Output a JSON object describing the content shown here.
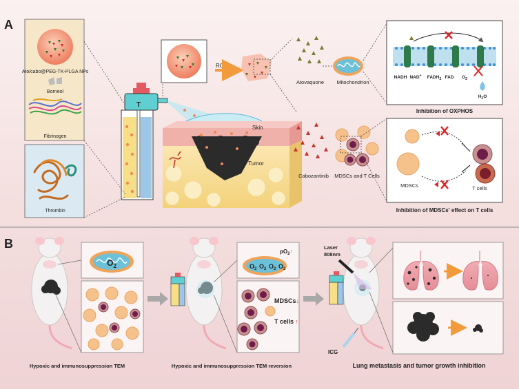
{
  "panel_a": {
    "letter": "A",
    "components": {
      "np_label": "Ato/cabo@PEG-TK-PLGA NPs",
      "borneol": "Borneol",
      "fibrinogen": "Fibrinogen",
      "thrombin": "Thrombin"
    },
    "device_letter": "T",
    "ros": "ROS",
    "skin": "Skin",
    "tumor": "Tumor",
    "atovaquone": "Atovaquone",
    "mitochondrion": "Mitochondrion",
    "cabozantinib": "Cabozantinib",
    "mdscs_tcells": "MDSCs and T Cells",
    "oxphos": {
      "nadh": "NADH",
      "nad": "NAD",
      "nad_sup": "+",
      "fadh": "FADH",
      "fadh_sub": "2",
      "fad": "FAD",
      "o": "O",
      "o_sub": "2",
      "h": "H",
      "h_sub": "2",
      "o2": "O",
      "caption": "Inhibition of OXPHOS"
    },
    "mdsc_box": {
      "mdscs": "MDSCs",
      "tcells": "T cells",
      "caption": "Inhibition of  MDSCs' effect on T cells"
    }
  },
  "panel_b": {
    "letter": "B",
    "o2_left": "O",
    "o2_left_sub": "2",
    "po2": "pO",
    "po2_sub": "2",
    "po2_arrow": "↑",
    "o2_mid": [
      "O",
      "O",
      "O",
      "O"
    ],
    "o2_mid_sub": "2",
    "mdscs": "MDSCs",
    "mdscs_arrow": "↓",
    "tcells": "T cells",
    "tcells_arrow": "↑",
    "laser_line1": "Laser",
    "laser_line2": "808nm",
    "icg": "ICG",
    "caption_1": "Hypoxic and  immunosuppression TEM",
    "caption_2": "Hypoxic and  immunosuppression TEM reversion",
    "caption_3": "Lung metastasis and tumor growth inhibition"
  },
  "colors": {
    "accent_red": "#d9443f",
    "np_orange": "#f0866a",
    "mito_blue": "#4fb0c9",
    "tumor_black": "#2b2b2b"
  }
}
